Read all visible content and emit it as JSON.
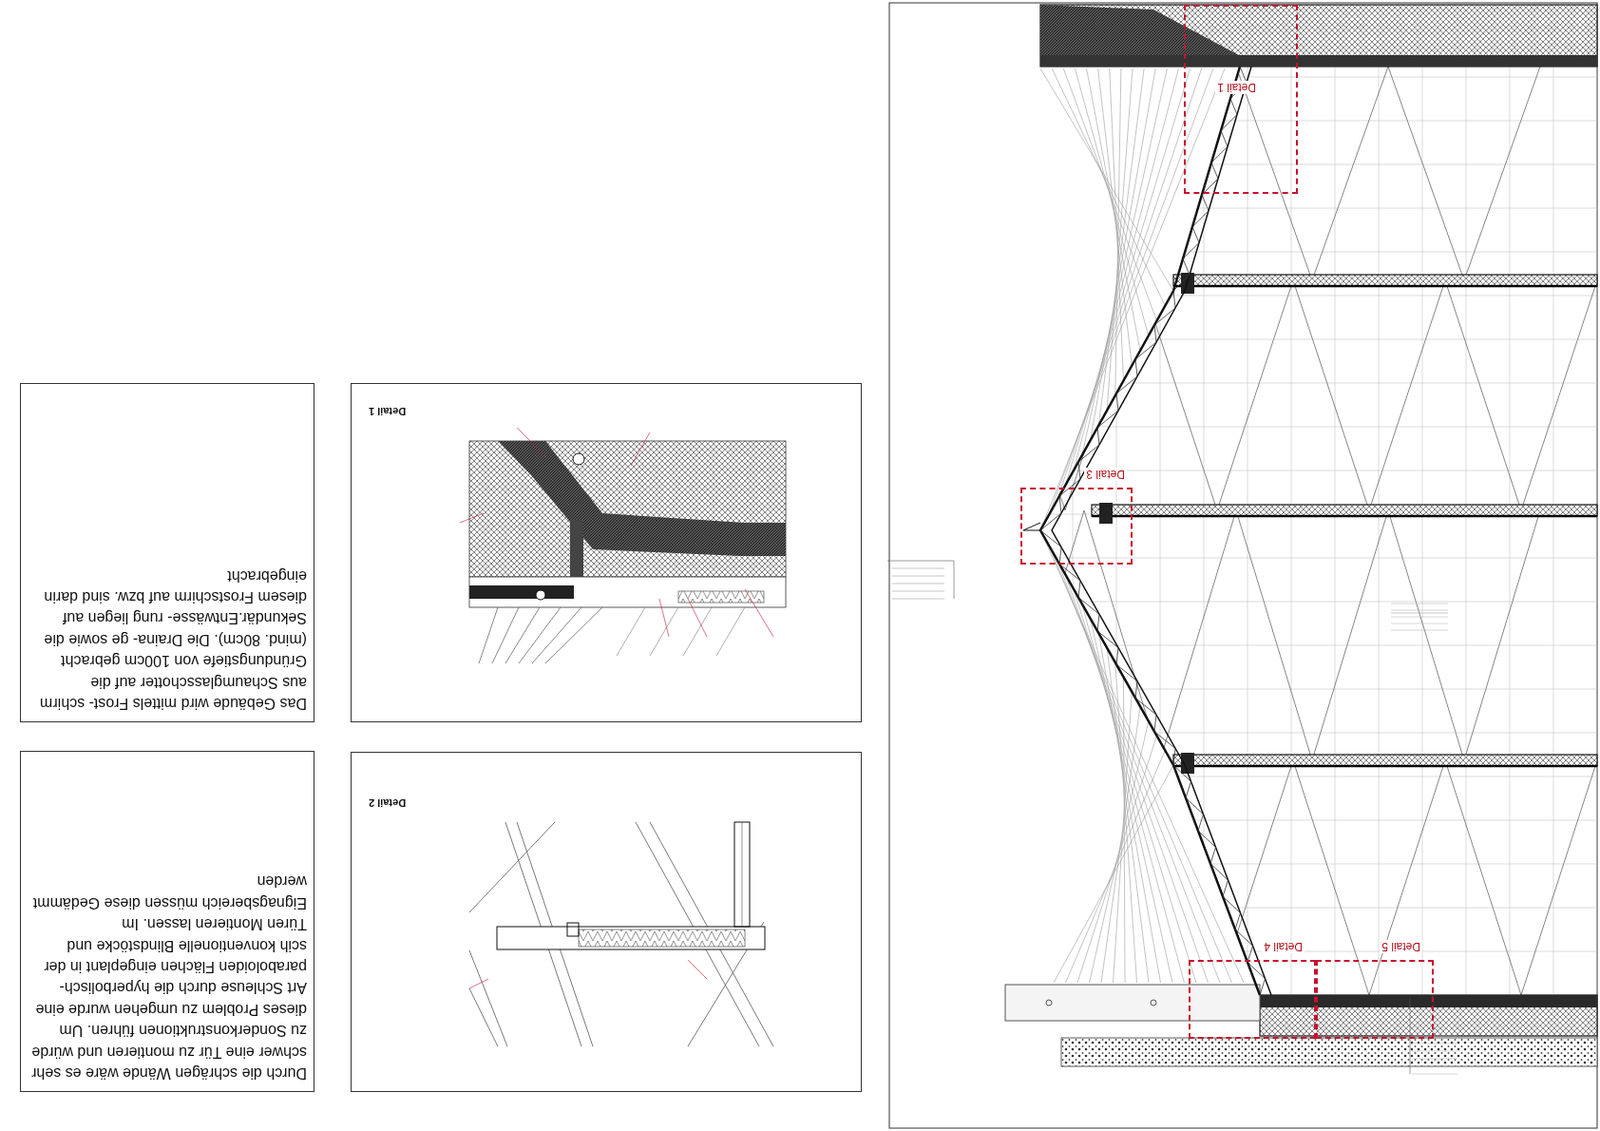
{
  "diagram": {
    "nodes": [
      {
        "text": [
          "Detail 1"
        ]
      },
      {
        "text": [
          "Detail 3"
        ]
      },
      {
        "text": [
          "Detail 4"
        ]
      },
      {
        "text": [
          "Detail 5"
        ]
      },
      {
        "text": [
          "Detail 1"
        ]
      },
      {
        "text": [
          "Das Gebäude wird mittels Frost- schirm aus Schaumglasschotter auf die Gründungstiefe von 100cm gebracht (mind. 80cm). Die Draina- ge sowie die Sekundär.Entwässe- rung liegen auf diesem Frostschirm auf bzw. sind darin eingebracht"
        ]
      },
      {
        "text": [
          "Detail 2"
        ]
      },
      {
        "text": [
          "Durch die schrägen Wände wäre es sehr schwer eine Tür zu montieren und würde zu Sonderkonstruktionen führen. Um dieses Problem zu umgehen wurde eine Art Schleuse durch die hyperbolisch-paraboloiden Flächen eingeplant in der scih konventionelle Blindstöcke und Türen Montieren lassen. Im Eignagsbereich müssen diese Gedämmt werden"
        ]
      }
    ]
  }
}
